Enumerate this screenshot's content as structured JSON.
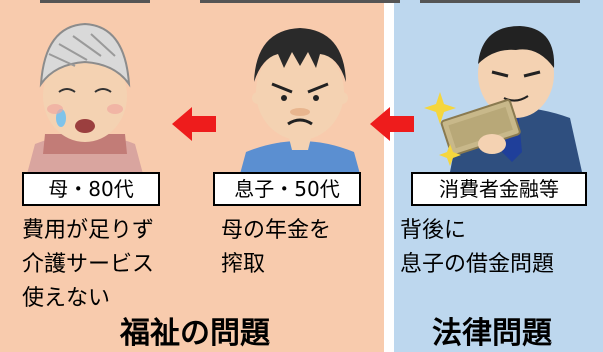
{
  "labels": {
    "mother": "母・80代",
    "son": "息子・50代",
    "lender": "消費者金融等"
  },
  "descriptions": {
    "mother": [
      "費用が足りず",
      "介護サービス",
      "使えない"
    ],
    "son": [
      "母の年金を",
      "搾取"
    ],
    "lender": [
      "背後に",
      "息子の借金問題"
    ]
  },
  "footer": {
    "left": "福祉の問題",
    "right": "法律問題"
  },
  "colors": {
    "welfare_panel": "#f8cbad",
    "legal_panel": "#bdd7ee",
    "arrow": "#ee1c1c"
  }
}
